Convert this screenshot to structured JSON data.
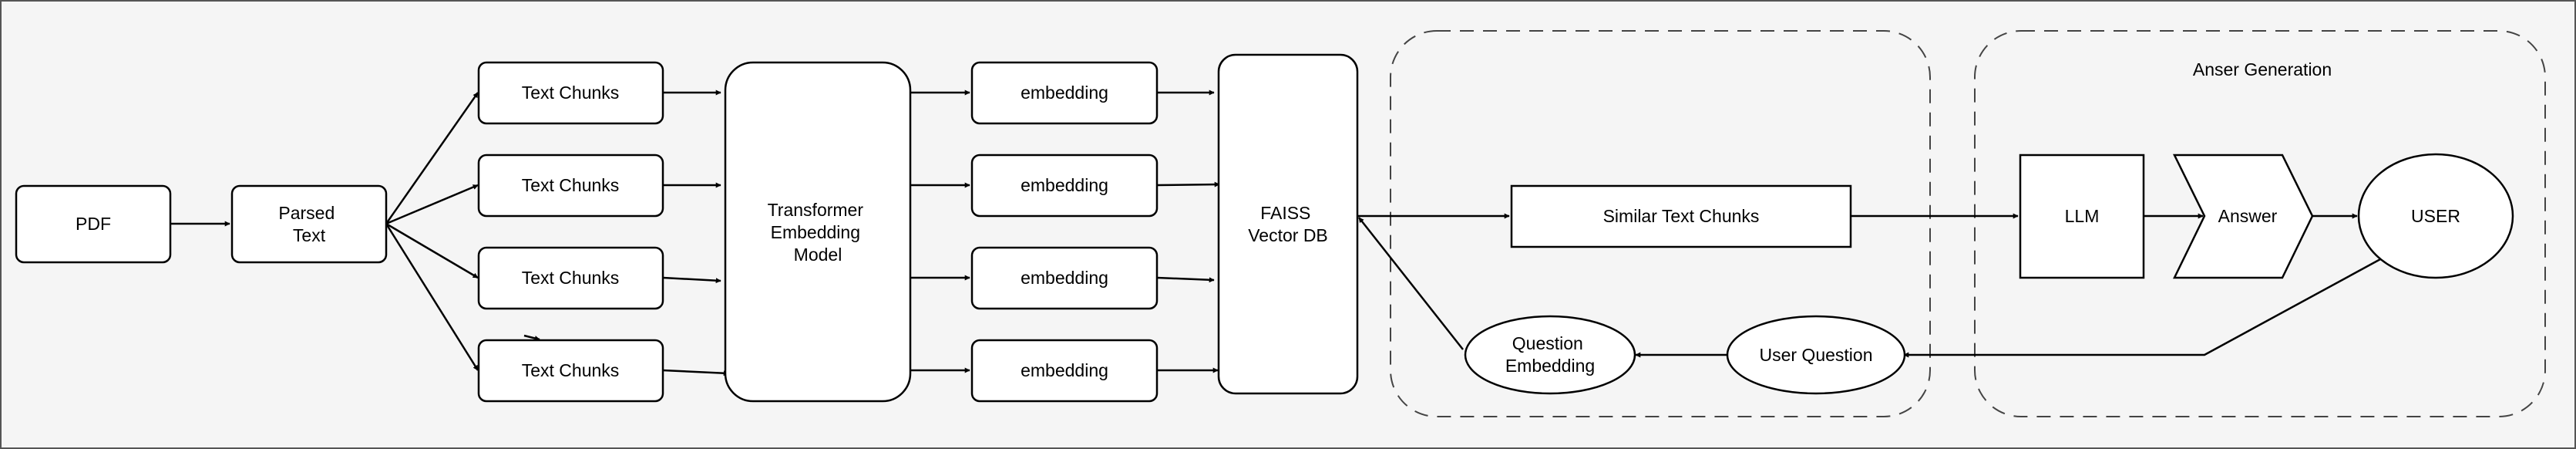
{
  "nodes": {
    "pdf": "PDF",
    "parsed": [
      "Parsed",
      "Text"
    ],
    "chunks": [
      "Text Chunks",
      "Text Chunks",
      "Text Chunks",
      "Text Chunks"
    ],
    "transformer": [
      "Transformer",
      "Embedding",
      "Model"
    ],
    "embeddings": [
      "embedding",
      "embedding",
      "embedding",
      "embedding"
    ],
    "faiss": [
      "FAISS",
      "Vector DB"
    ],
    "similar": "Similar Text Chunks",
    "question_embedding": [
      "Question",
      "Embedding"
    ],
    "user_question": "User Question",
    "llm": "LLM",
    "answer": "Answer",
    "user": "USER"
  },
  "groups": {
    "answer_generation": "Anser Generation"
  },
  "edges": [
    [
      "pdf",
      "parsed"
    ],
    [
      "parsed",
      "chunk-1"
    ],
    [
      "parsed",
      "chunk-2"
    ],
    [
      "parsed",
      "chunk-3"
    ],
    [
      "parsed",
      "chunk-4"
    ],
    [
      "chunk-1",
      "transformer"
    ],
    [
      "chunk-2",
      "transformer"
    ],
    [
      "chunk-3",
      "transformer"
    ],
    [
      "chunk-4",
      "transformer"
    ],
    [
      "transformer",
      "embedding-1"
    ],
    [
      "transformer",
      "embedding-2"
    ],
    [
      "transformer",
      "embedding-3"
    ],
    [
      "transformer",
      "embedding-4"
    ],
    [
      "embedding-1",
      "faiss"
    ],
    [
      "embedding-2",
      "faiss"
    ],
    [
      "embedding-3",
      "faiss"
    ],
    [
      "embedding-4",
      "faiss"
    ],
    [
      "faiss",
      "similar"
    ],
    [
      "similar",
      "llm"
    ],
    [
      "llm",
      "answer"
    ],
    [
      "answer",
      "user"
    ],
    [
      "user",
      "user-question"
    ],
    [
      "user-question",
      "question-embedding"
    ],
    [
      "question-embedding",
      "faiss"
    ]
  ]
}
